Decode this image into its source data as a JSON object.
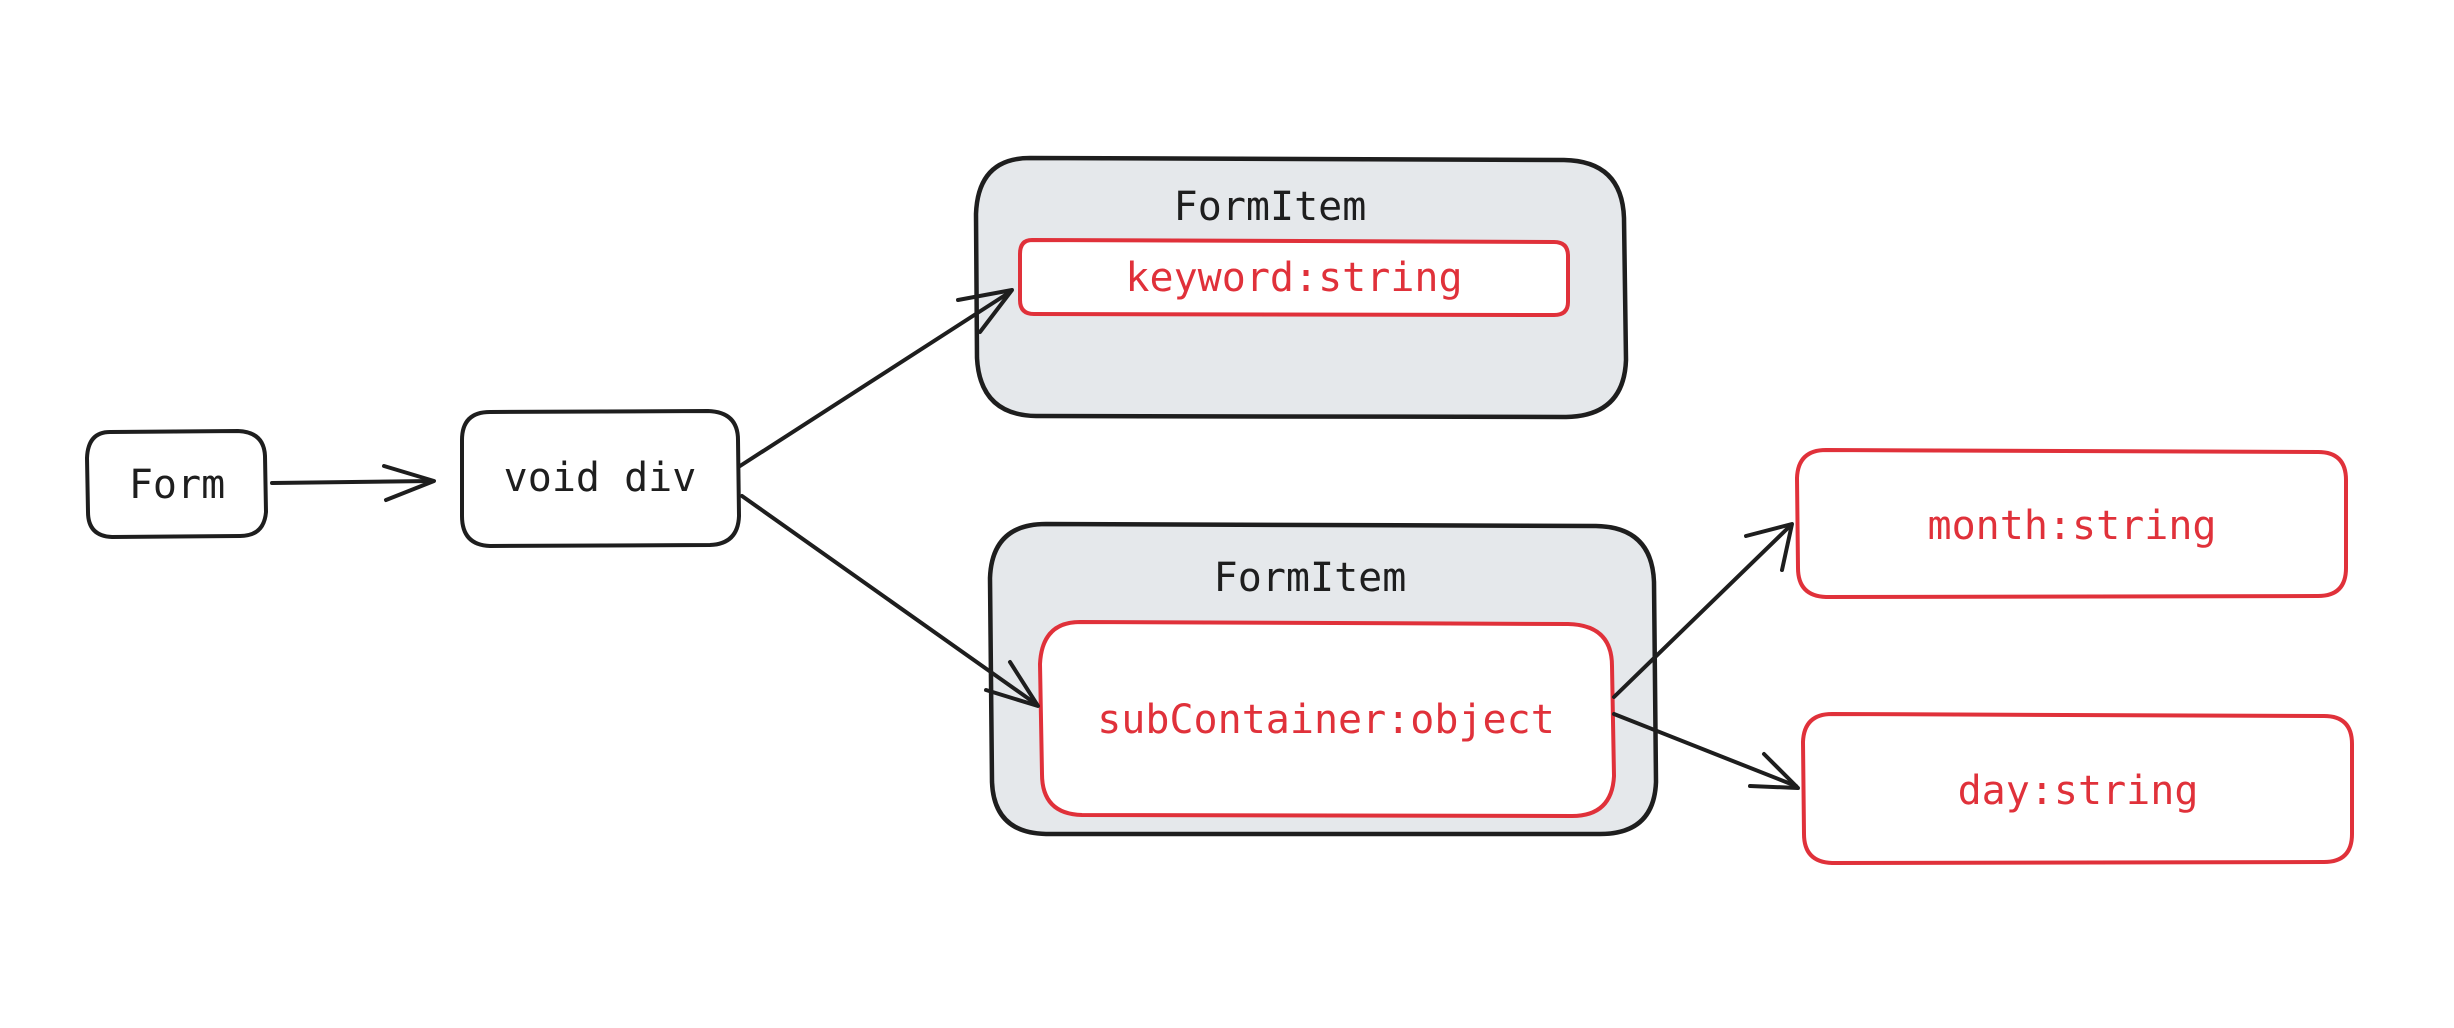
{
  "colors": {
    "stroke": "#1e1e1e",
    "accent_red": "#e0313a",
    "group_fill": "#e5e8eb",
    "background": "#ffffff"
  },
  "nodes": {
    "form": {
      "label": "Form"
    },
    "void_div": {
      "label": "void div"
    },
    "form_item_top": {
      "title": "FormItem"
    },
    "keyword": {
      "label": "keyword:string"
    },
    "form_item_bottom": {
      "title": "FormItem"
    },
    "sub_container": {
      "label": "subContainer:object"
    },
    "month": {
      "label": "month:string"
    },
    "day": {
      "label": "day:string"
    }
  },
  "edges": [
    {
      "from": "Form",
      "to": "void div"
    },
    {
      "from": "void div",
      "to": "keyword:string"
    },
    {
      "from": "void div",
      "to": "subContainer:object"
    },
    {
      "from": "subContainer:object",
      "to": "month:string"
    },
    {
      "from": "subContainer:object",
      "to": "day:string"
    }
  ]
}
